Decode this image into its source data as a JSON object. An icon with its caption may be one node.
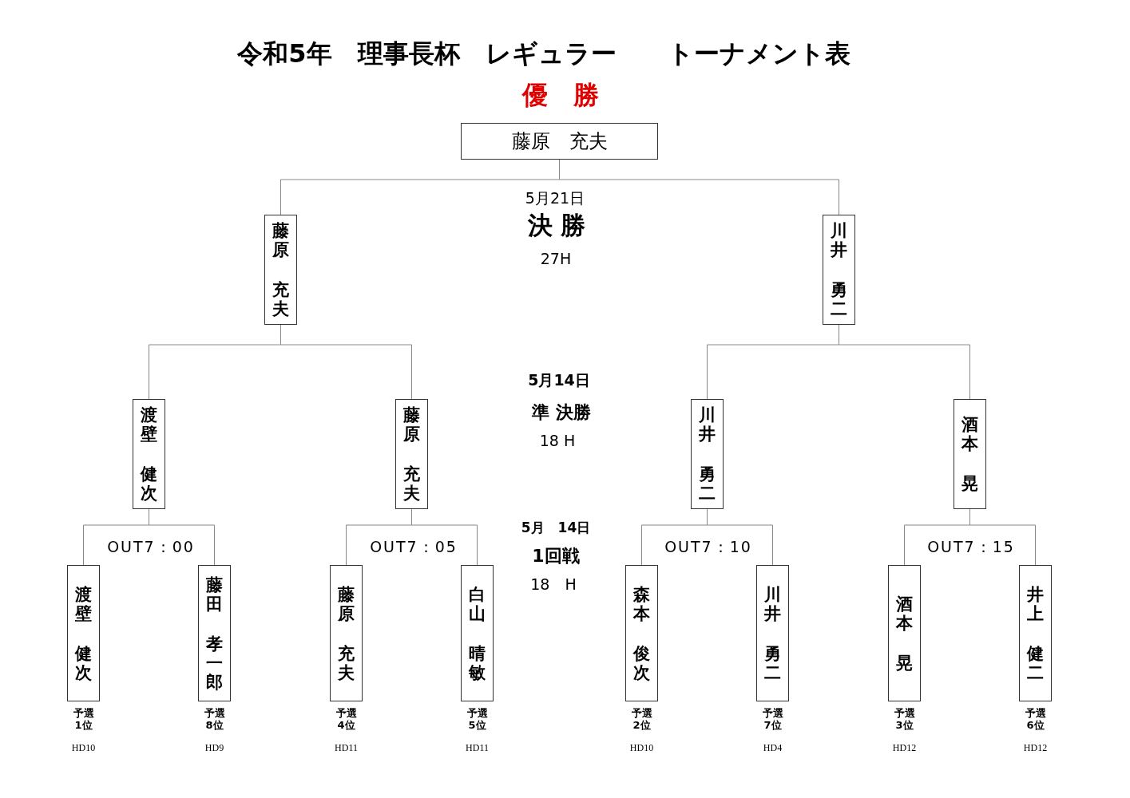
{
  "diagram": {
    "title": "令和5年　理事長杯　レギュラー　　トーナメント表",
    "nodes": [
      {
        "text": [
          "藤原　充夫"
        ]
      },
      {
        "text": [
          "藤原",
          "充夫"
        ]
      },
      {
        "text": [
          "川井",
          "勇二"
        ]
      },
      {
        "text": [
          "渡壁",
          "健次"
        ]
      },
      {
        "text": [
          "藤原",
          "充夫"
        ]
      },
      {
        "text": [
          "川井",
          "勇二"
        ]
      },
      {
        "text": [
          "酒本",
          "晃"
        ]
      },
      {
        "text": [
          "渡壁",
          "健次"
        ],
        "beside": [
          "予選1位",
          "HD10"
        ]
      },
      {
        "text": [
          "藤田",
          "孝一郎"
        ],
        "beside": [
          "予選8位",
          "HD9"
        ]
      },
      {
        "text": [
          "藤原",
          "充夫"
        ],
        "beside": [
          "予選4位",
          "HD11"
        ]
      },
      {
        "text": [
          "白山",
          "晴敏"
        ],
        "beside": [
          "予選5位",
          "HD11"
        ]
      },
      {
        "text": [
          "森本",
          "俊次"
        ],
        "beside": [
          "予選2位",
          "HD10"
        ]
      },
      {
        "text": [
          "川井",
          "勇二"
        ],
        "beside": [
          "予選7位",
          "HD4"
        ]
      },
      {
        "text": [
          "酒本",
          "晃"
        ],
        "beside": [
          "予選3位",
          "HD12"
        ]
      },
      {
        "text": [
          "井上",
          "健二"
        ],
        "beside": [
          "予選6位",
          "HD12"
        ]
      }
    ],
    "edges": [
      {
        "from": 1,
        "to": 0,
        "arrow": "none"
      },
      {
        "from": 2,
        "to": 0,
        "arrow": "none"
      },
      {
        "from": 3,
        "to": 1,
        "arrow": "none"
      },
      {
        "from": 4,
        "to": 1,
        "arrow": "none"
      },
      {
        "from": 5,
        "to": 2,
        "arrow": "none"
      },
      {
        "from": 6,
        "to": 2,
        "arrow": "none"
      },
      {
        "from": 7,
        "to": 3,
        "arrow": "none"
      },
      {
        "from": 8,
        "to": 3,
        "arrow": "none"
      },
      {
        "from": 9,
        "to": 4,
        "arrow": "none"
      },
      {
        "from": 10,
        "to": 4,
        "arrow": "none"
      },
      {
        "from": 11,
        "to": 5,
        "arrow": "none"
      },
      {
        "from": 12,
        "to": 5,
        "arrow": "none"
      },
      {
        "from": 13,
        "to": 6,
        "arrow": "none"
      },
      {
        "from": 14,
        "to": 6,
        "arrow": "none"
      }
    ],
    "labels": [
      "優　勝",
      "5月21日",
      "決 勝",
      "27H",
      "5月14日",
      "準 決勝",
      "18 H",
      "5月　14日",
      "1回戦",
      "18　H",
      "OUT7：00",
      "OUT7：05",
      "OUT7：10",
      "OUT7：15"
    ]
  }
}
